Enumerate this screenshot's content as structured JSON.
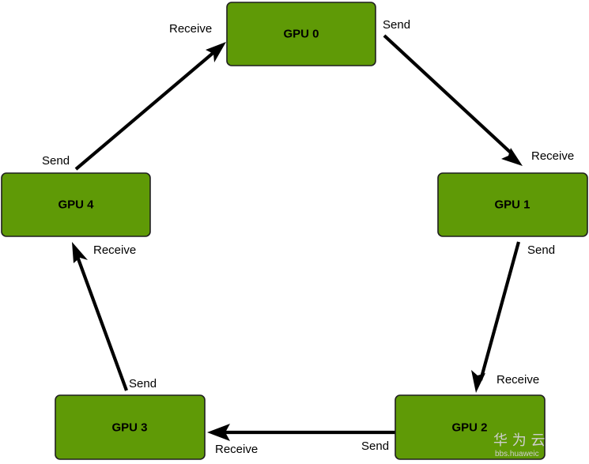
{
  "nodes": [
    {
      "label": "GPU 0"
    },
    {
      "label": "GPU 1"
    },
    {
      "label": "GPU 2"
    },
    {
      "label": "GPU 3"
    },
    {
      "label": "GPU 4"
    }
  ],
  "edges": [
    {
      "send_label": "Send",
      "receive_label": "Receive"
    },
    {
      "send_label": "Send",
      "receive_label": "Receive"
    },
    {
      "send_label": "Send",
      "receive_label": "Receive"
    },
    {
      "send_label": "Send",
      "receive_label": "Receive"
    },
    {
      "send_label": "Send",
      "receive_label": "Receive"
    }
  ],
  "watermark": {
    "logo_text": "华 为 云",
    "url_text": "bbs.huaweic"
  }
}
